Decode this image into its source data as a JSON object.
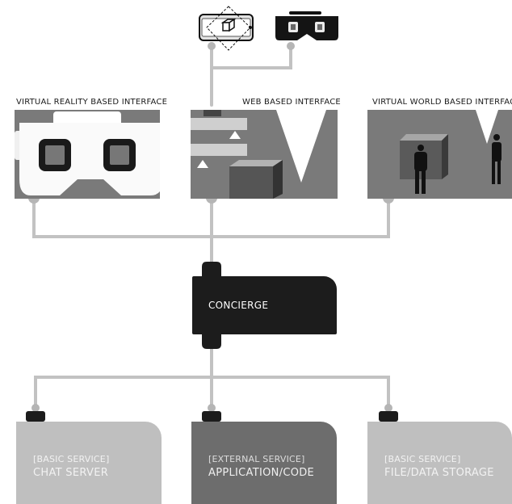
{
  "devices": [
    {
      "name": "smartphone",
      "icon": "smartphone-cube-icon"
    },
    {
      "name": "vr-headset",
      "icon": "vr-headset-icon"
    }
  ],
  "interfaces": [
    {
      "label": "VIRTUAL REALITY BASED INTERFACE"
    },
    {
      "label": "WEB BASED INTERFACE"
    },
    {
      "label": "VIRTUAL WORLD BASED INTERFACE"
    }
  ],
  "hub": {
    "label": "CONCIERGE"
  },
  "services": [
    {
      "tag": "[BASIC SERVICE]",
      "name": "CHAT SERVER"
    },
    {
      "tag": "[EXTERNAL SERVICE]",
      "name": "APPLICATION/CODE"
    },
    {
      "tag": "[BASIC SERVICE]",
      "name": "FILE/DATA STORAGE"
    }
  ],
  "colors": {
    "wire": "#c2c2c2",
    "connector": "#1c1c1c",
    "hub": "#1c1c1c",
    "panel": "#7a7a7a",
    "service_basic": "#bfbfbf",
    "service_external": "#6d6d6d"
  }
}
